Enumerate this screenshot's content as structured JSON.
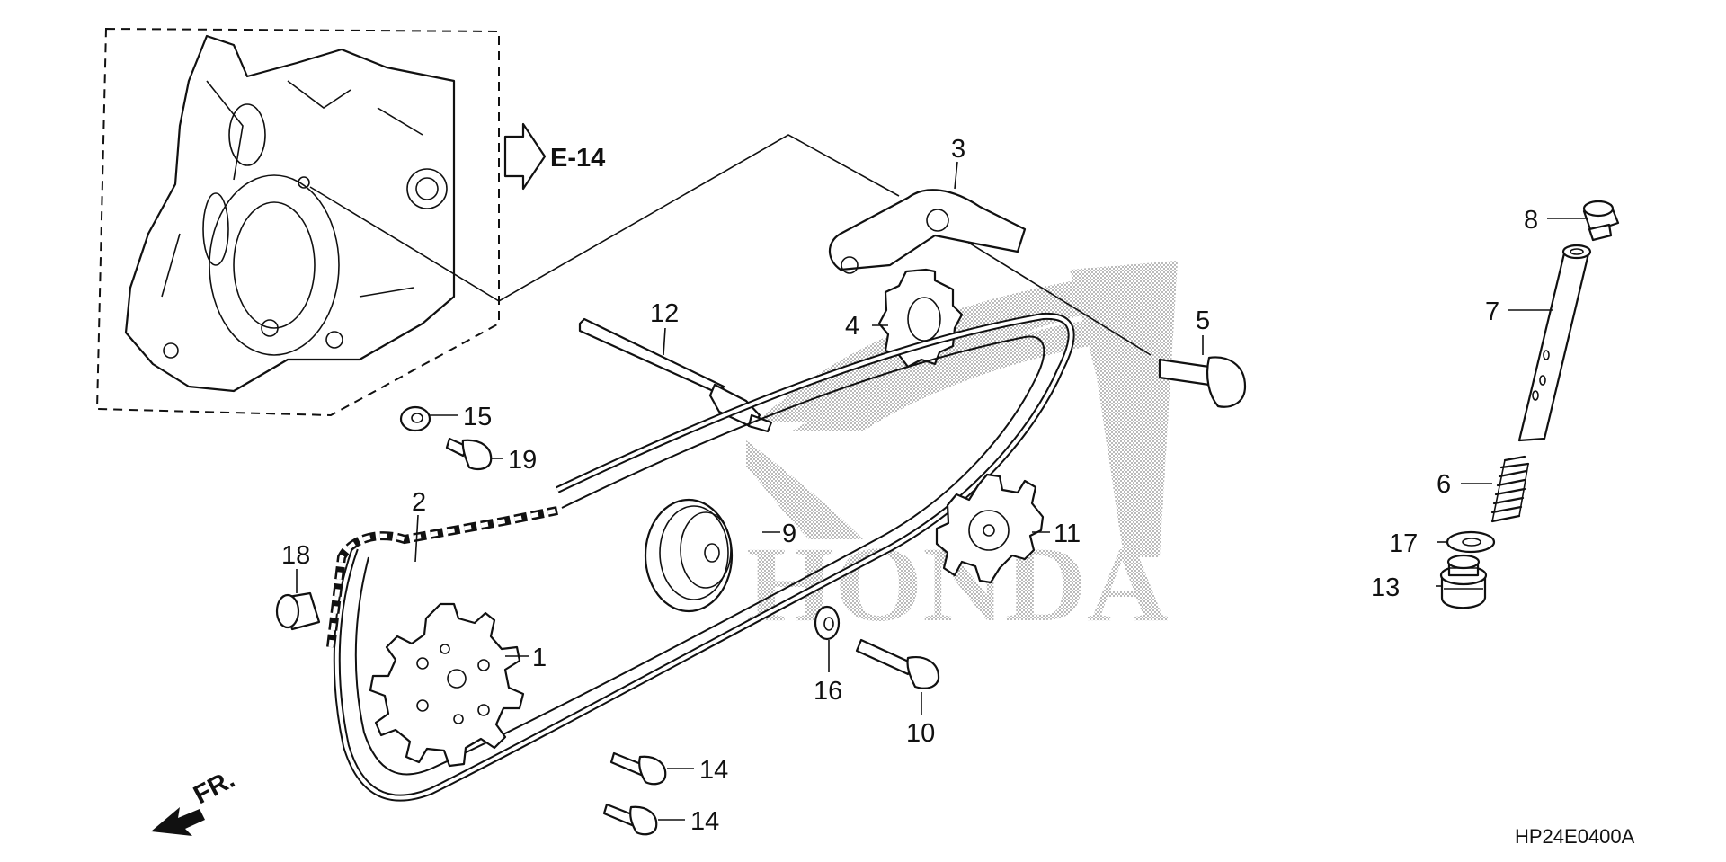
{
  "crossref": "E-14",
  "front_label": "FR.",
  "diagram_code": "HP24E0400A",
  "watermark": "HONDA",
  "parts": [
    {
      "id": "p1",
      "num": "1"
    },
    {
      "id": "p2",
      "num": "2"
    },
    {
      "id": "p3",
      "num": "3"
    },
    {
      "id": "p4",
      "num": "4"
    },
    {
      "id": "p5",
      "num": "5"
    },
    {
      "id": "p6",
      "num": "6"
    },
    {
      "id": "p7",
      "num": "7"
    },
    {
      "id": "p8",
      "num": "8"
    },
    {
      "id": "p9",
      "num": "9"
    },
    {
      "id": "p10",
      "num": "10"
    },
    {
      "id": "p11",
      "num": "11"
    },
    {
      "id": "p12",
      "num": "12"
    },
    {
      "id": "p13",
      "num": "13"
    },
    {
      "id": "p14a",
      "num": "14"
    },
    {
      "id": "p14b",
      "num": "14"
    },
    {
      "id": "p15",
      "num": "15"
    },
    {
      "id": "p16",
      "num": "16"
    },
    {
      "id": "p17",
      "num": "17"
    },
    {
      "id": "p18",
      "num": "18"
    },
    {
      "id": "p19",
      "num": "19"
    }
  ]
}
